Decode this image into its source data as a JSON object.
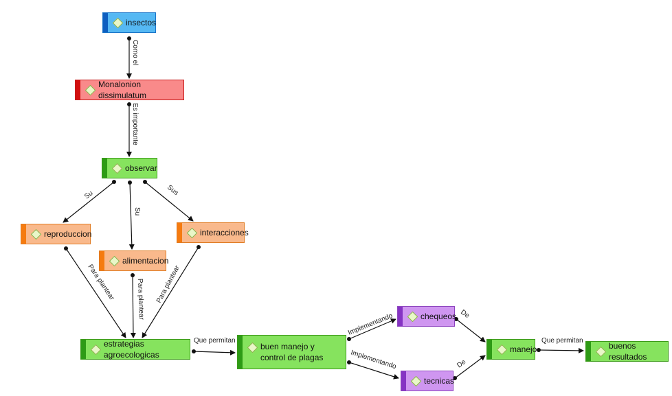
{
  "nodes": {
    "insectos": "insectos",
    "monalonion": "Monalonion dissimulatum",
    "observar": "observar",
    "reproduccion": "reproduccion",
    "alimentacion": "alimentacion",
    "interacciones": "interacciones",
    "estrategias": "estrategias agroecologicas",
    "buen_manejo": "buen manejo y control de plagas",
    "chequeos": "chequeos",
    "tecnicas": "tecnicas",
    "manejo": "manejo",
    "buenos_resultados": "buenos resultados"
  },
  "edges": {
    "insectos_monalonion": "Como el",
    "monalonion_observar": "Es importante",
    "observar_reproduccion": "Su",
    "observar_alimentacion": "Su",
    "observar_interacciones": "Sus",
    "reproduccion_estrategias": "Para plantear",
    "alimentacion_estrategias": "Para plantear",
    "interacciones_estrategias": "Para plantear",
    "estrategias_buen_manejo": "Que permitan",
    "buen_manejo_chequeos": "Implementando",
    "buen_manejo_tecnicas": "Implementando",
    "chequeos_manejo": "De",
    "tecnicas_manejo": "De",
    "manejo_buenos_resultados": "Que permitan"
  },
  "colors": {
    "blue": "#55b8f3",
    "red": "#f98a8a",
    "green": "#86e35e",
    "orange": "#f9b98c",
    "purple": "#cf96f0",
    "connector": "#111111"
  }
}
